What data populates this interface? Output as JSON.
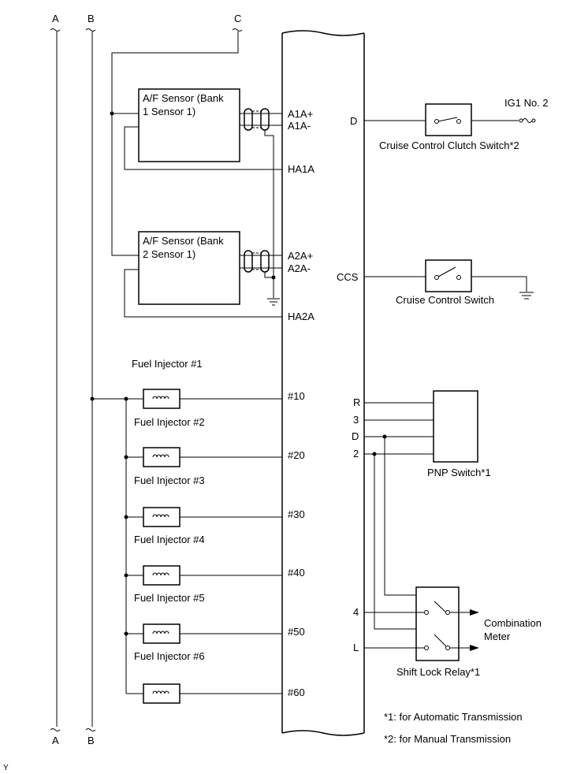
{
  "buses": {
    "A_top": "A",
    "B_top": "B",
    "C_top": "C",
    "A_bottom": "A",
    "B_bottom": "B"
  },
  "sensors": {
    "bank1_line1": "A/F Sensor (Bank",
    "bank1_line2": "1 Sensor 1)",
    "bank2_line1": "A/F Sensor (Bank",
    "bank2_line2": "2 Sensor 1)"
  },
  "ecu_left_pins": {
    "a1a_plus": "A1A+",
    "a1a_minus": "A1A-",
    "ha1a": "HA1A",
    "a2a_plus": "A2A+",
    "a2a_minus": "A2A-",
    "ha2a": "HA2A",
    "p10": "#10",
    "p20": "#20",
    "p30": "#30",
    "p40": "#40",
    "p50": "#50",
    "p60": "#60"
  },
  "injectors": {
    "i1": "Fuel Injector #1",
    "i2": "Fuel Injector #2",
    "i3": "Fuel Injector #3",
    "i4": "Fuel Injector #4",
    "i5": "Fuel Injector #5",
    "i6": "Fuel Injector #6"
  },
  "ecu_right_pins": {
    "d_top": "D",
    "ccs": "CCS",
    "r": "R",
    "three": "3",
    "d_pnp": "D",
    "two": "2",
    "four": "4",
    "l": "L"
  },
  "components": {
    "clutch_switch": "Cruise Control Clutch Switch*2",
    "ig1": "IG1 No. 2",
    "cruise_switch": "Cruise Control Switch",
    "pnp_switch": "PNP Switch*1",
    "shift_lock": "Shift Lock Relay*1",
    "combination_1": "Combination",
    "combination_2": "Meter"
  },
  "notes": {
    "note1": "*1: for Automatic Transmission",
    "note2": "*2: for Manual Transmission",
    "corner": "Y"
  }
}
